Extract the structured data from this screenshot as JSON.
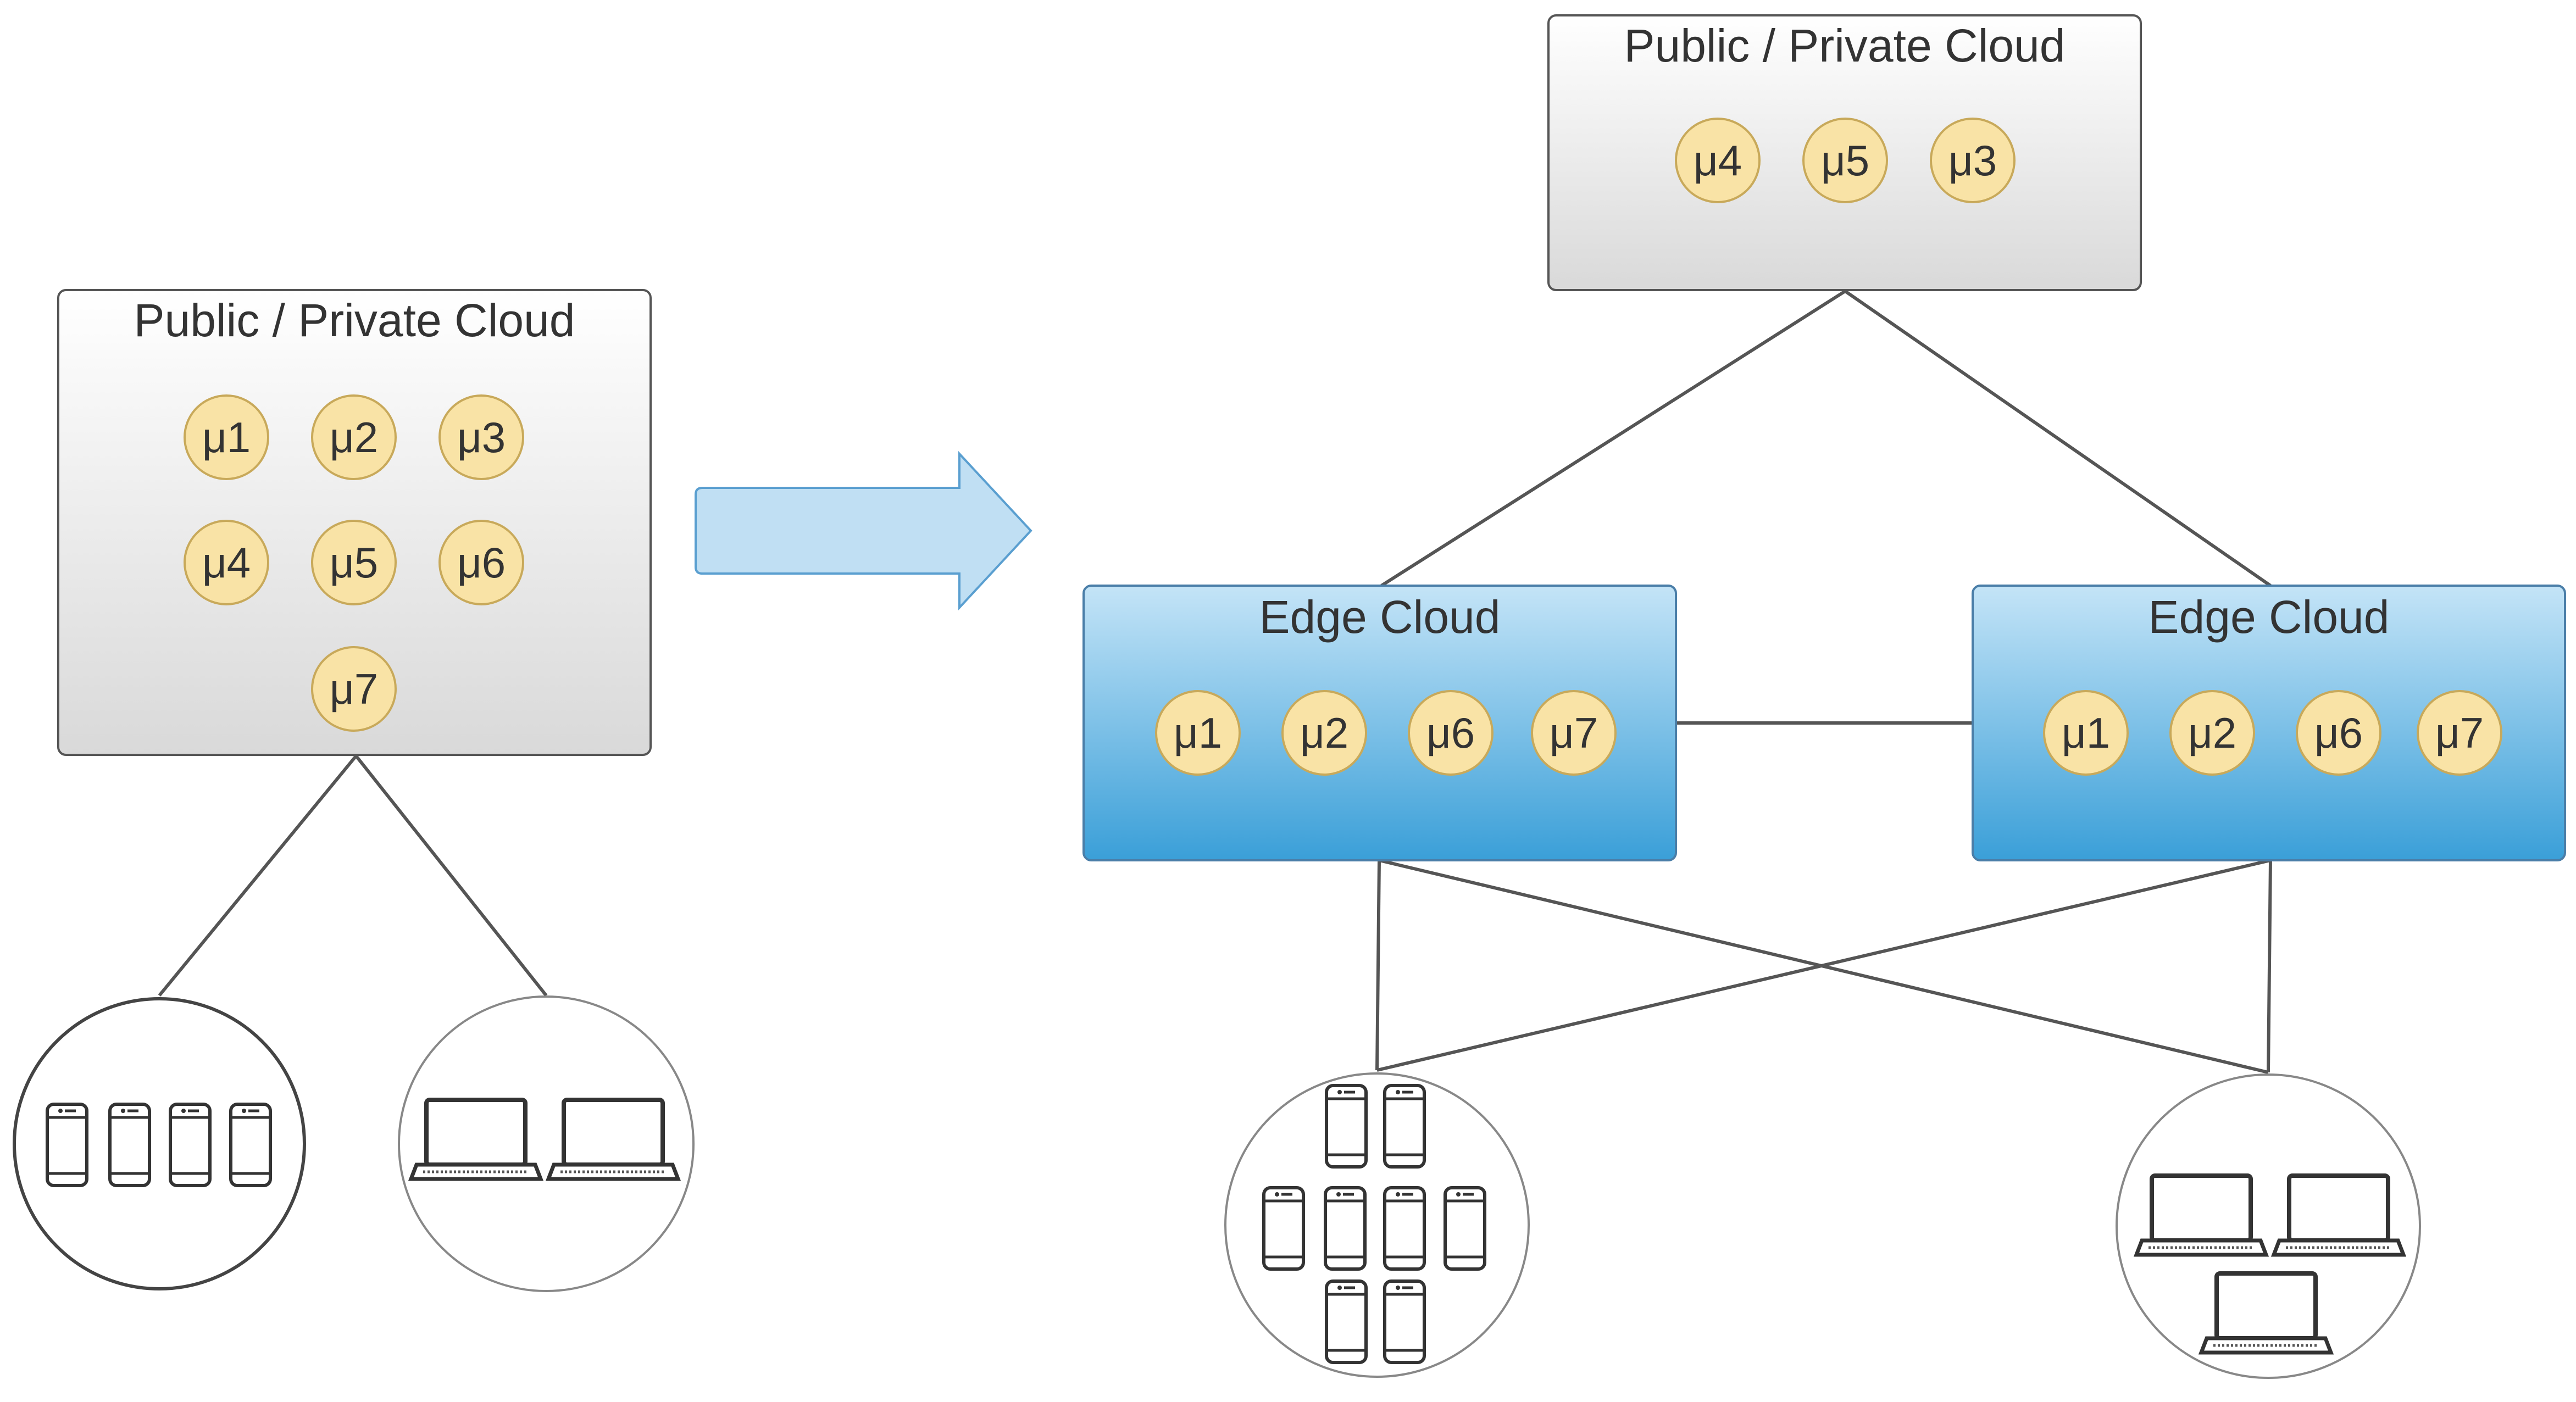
{
  "diagram": {
    "left": {
      "cloud": {
        "title": "Public / Private Cloud",
        "services": [
          "μ1",
          "μ2",
          "μ3",
          "μ4",
          "μ5",
          "μ6",
          "μ7"
        ]
      }
    },
    "right": {
      "top_cloud": {
        "title": "Public / Private Cloud",
        "services": [
          "μ4",
          "μ5",
          "μ3"
        ]
      },
      "edge_left": {
        "title": "Edge Cloud",
        "services": [
          "μ1",
          "μ2",
          "μ6",
          "μ7"
        ]
      },
      "edge_right": {
        "title": "Edge Cloud",
        "services": [
          "μ1",
          "μ2",
          "μ6",
          "μ7"
        ]
      }
    },
    "icons": {
      "transition_arrow": "right-arrow-icon",
      "phone": "smartphone-icon",
      "laptop": "laptop-icon"
    },
    "colors": {
      "service_fill": "#f9e3a6",
      "service_stroke": "#c8a95a",
      "edge_top": "#c4e4f7",
      "edge_bottom": "#3a9fd8",
      "cloud_top": "#ffffff",
      "cloud_bottom": "#d9d9d9",
      "arrow_fill": "#c0dff3",
      "arrow_stroke": "#5a9fd0",
      "line": "#555555"
    }
  }
}
